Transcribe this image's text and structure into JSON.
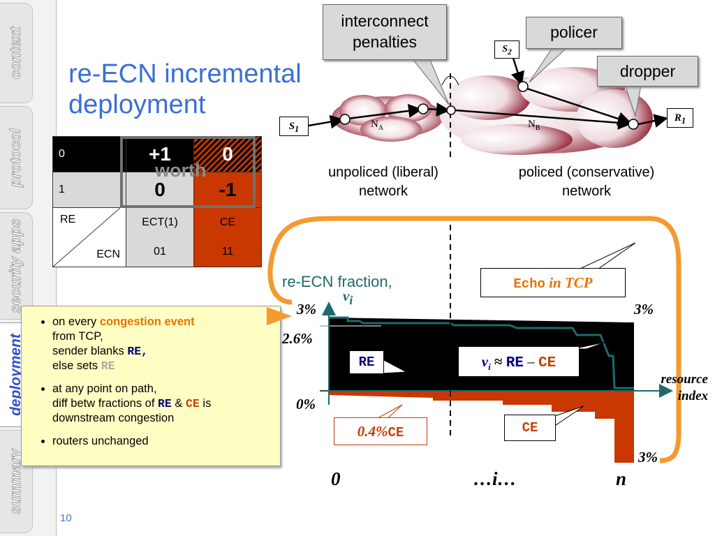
{
  "sidebar": {
    "tabs": [
      {
        "label": "context"
      },
      {
        "label": "protocol"
      },
      {
        "label": "security apps"
      },
      {
        "label": "deployment",
        "active": true
      },
      {
        "label": "summary"
      }
    ]
  },
  "slide": {
    "title_line1": "re-ECN incremental",
    "title_line2": "deployment",
    "page_number": "10"
  },
  "table": {
    "row0_label": "0",
    "row1_label": "1",
    "corner_re": "RE",
    "corner_ecn": "ECN",
    "r0c1": "+1",
    "r0c2": "0",
    "r1c1": "0",
    "r1c2": "-1",
    "ect_name": "ECT(1)",
    "ect_code": "01",
    "ce_name": "CE",
    "ce_code": "11",
    "worth": "worth"
  },
  "bullets": {
    "b1_prefix": "on every ",
    "b1_highlight": "congestion event",
    "b1_line2": "from TCP,",
    "b1_line3": "sender blanks ",
    "b1_re": "RE,",
    "b1_line4": "else sets ",
    "b1_re2": "RE",
    "b2_line1": "at any point on path,",
    "b2_line2a": "diff betw fractions of ",
    "b2_re": "RE",
    "b2_amp": " & ",
    "b2_ce": "CE",
    "b2_is": " is",
    "b2_line3": "downstream congestion",
    "b3": "routers unchanged"
  },
  "network": {
    "callout_penalties": "interconnect\npenalties",
    "callout_policer": "policer",
    "callout_dropper": "dropper",
    "s1": "S",
    "s1_sub": "1",
    "s2": "S",
    "s2_sub": "2",
    "r1": "R",
    "r1_sub": "1",
    "na": "N",
    "na_sub": "A",
    "nb": "N",
    "nb_sub": "B",
    "unpoliced_line1": "unpoliced (liberal)",
    "unpoliced_line2": "network",
    "policed_line1": "policed (conservative)",
    "policed_line2": "network"
  },
  "chart": {
    "frac_label": "re-ECN fraction,",
    "frac_var": "v",
    "frac_sub": "i",
    "echo_mono": "Echo",
    "echo_text": " in TCP",
    "y_3_left": "3%",
    "y_26": "2.6%",
    "y_0": "0%",
    "y_3_right": "3%",
    "y_3_bottom": "3%",
    "x_0": "0",
    "x_i": "…i…",
    "x_n": "n",
    "resource": "resource",
    "index": "index",
    "re_box": "RE",
    "formula_v": "v",
    "formula_sub": "i",
    "formula_approx": " ≈",
    "formula_re": "RE",
    "formula_minus": " – ",
    "formula_ce": "CE",
    "ce_box": "CE",
    "ce04_num": "0.4%",
    "ce04_ce": "CE"
  },
  "colors": {
    "accent_blue": "#3a6fd6",
    "ce_red": "#c83800",
    "orange_arrow": "#f39a30",
    "teal_line": "#1d6b6b",
    "cloud_red": "#9c1c2c"
  }
}
